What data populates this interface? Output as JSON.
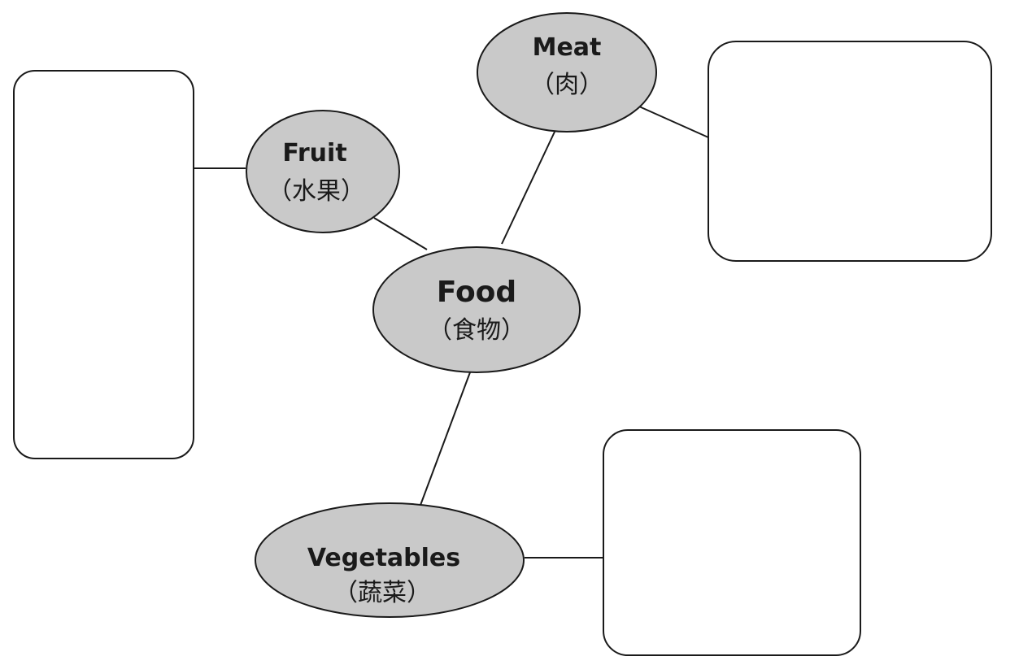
{
  "diagram": {
    "center": {
      "label": "Food",
      "sublabel": "（食物）"
    },
    "categories": [
      {
        "id": "fruit",
        "label": "Fruit",
        "sublabel": "（水果）"
      },
      {
        "id": "meat",
        "label": "Meat",
        "sublabel": "（肉）"
      },
      {
        "id": "vegetables",
        "label": "Vegetables",
        "sublabel": "（蔬菜）"
      }
    ]
  }
}
